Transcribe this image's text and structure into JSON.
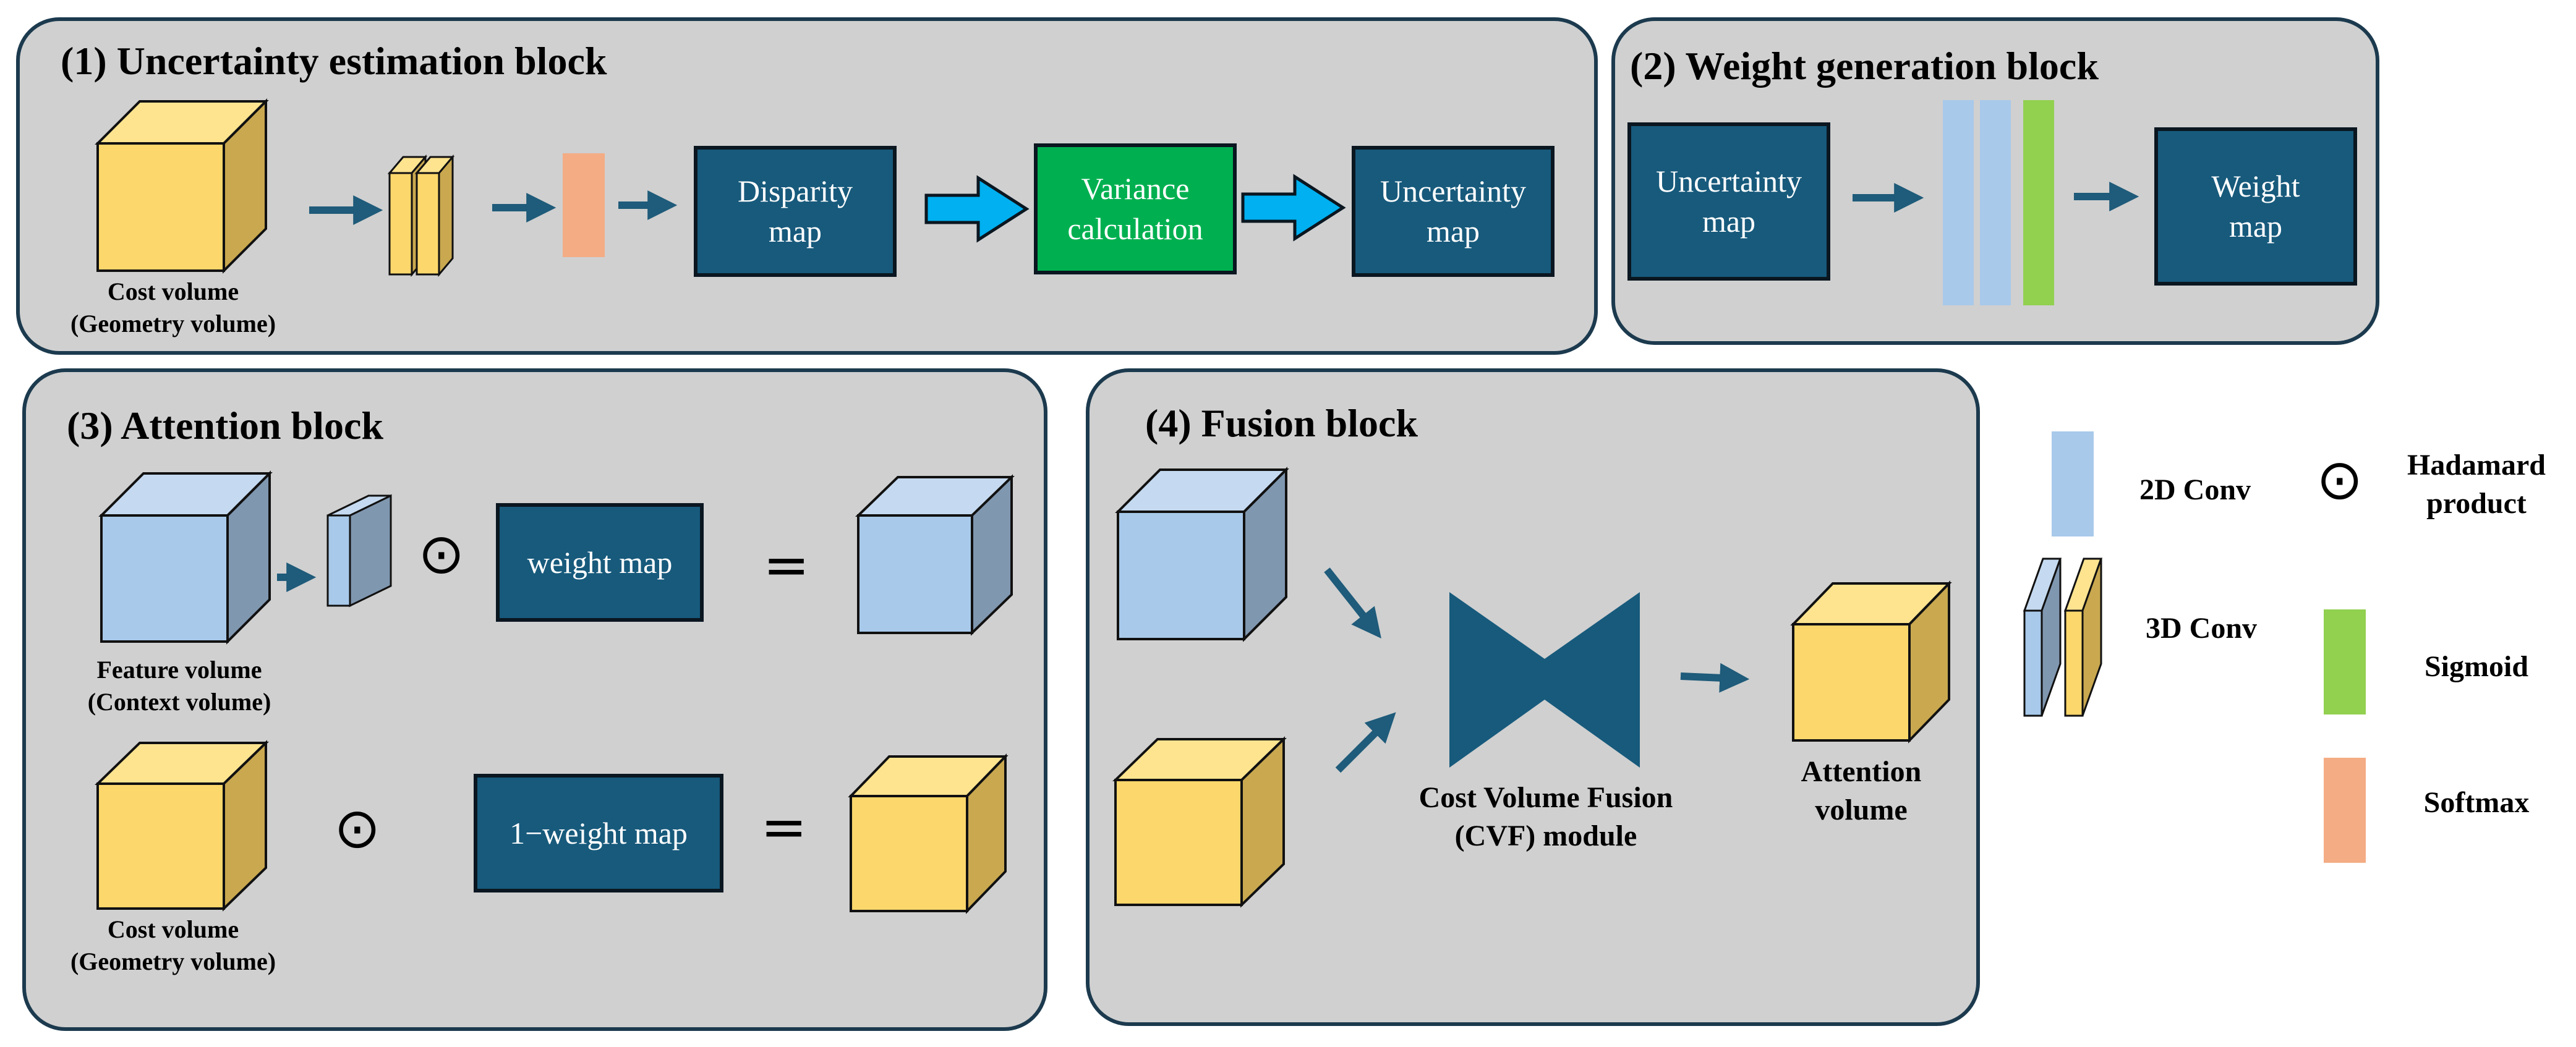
{
  "panels": {
    "uncertainty": {
      "title": "(1) Uncertainty estimation block",
      "cost_volume_label": "Cost volume\n(Geometry volume)",
      "disparity_map": "Disparity\nmap",
      "variance": "Variance\ncalculation",
      "uncertainty_map": "Uncertainty\nmap"
    },
    "weight": {
      "title": "(2) Weight generation block",
      "uncertainty_map": "Uncertainty\nmap",
      "weight_map": "Weight\nmap"
    },
    "attention": {
      "title": "(3) Attention block",
      "feature_volume_label": "Feature volume\n(Context volume)",
      "weight_map": "weight map",
      "one_minus_weight_map": "1−weight map",
      "cost_volume_label": "Cost volume\n(Geometry volume)",
      "hadamard_symbol": "⊙",
      "equals_symbol": "="
    },
    "fusion": {
      "title": "(4) Fusion block",
      "cvf_label": "Cost Volume Fusion\n(CVF) module",
      "attention_volume_label": "Attention\nvolume"
    }
  },
  "legend": {
    "conv2d": "2D Conv",
    "conv3d": "3D Conv",
    "hadamard_symbol": "⊙",
    "hadamard": "Hadamard\nproduct",
    "sigmoid": "Sigmoid",
    "softmax": "Softmax"
  },
  "colors": {
    "panel_bg": "#d0d0d0",
    "panel_border": "#1c3a4e",
    "dark_box": "#175a7c",
    "green_box": "#00b050",
    "cyan_arrow": "#00b0f0",
    "yellow_front": "#fcd76b",
    "yellow_side": "#c9a84f",
    "blue_front": "#a8c9ea",
    "blue_side": "#8097b0",
    "conv2d": "#a8c9ea",
    "sigmoid": "#92d050",
    "softmax": "#f4ac84"
  }
}
